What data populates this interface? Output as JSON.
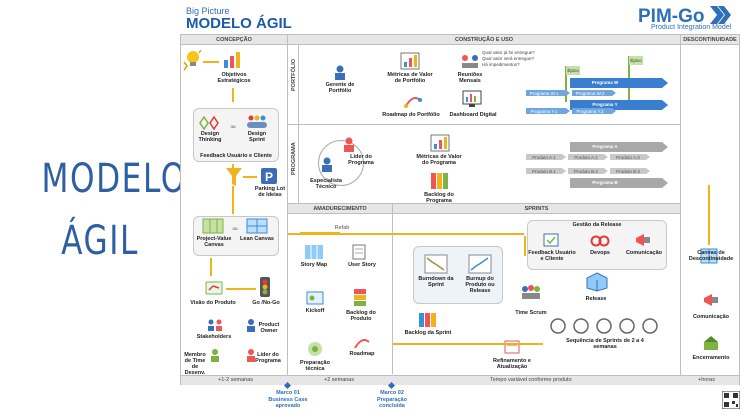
{
  "side_title": {
    "line1": "MODELO",
    "line2": "ÁGIL"
  },
  "header": {
    "big_picture": "Big Picture",
    "title": "MODELO ÁGIL",
    "brand": "PIM-Go",
    "brand_sub": "Product Integration Model"
  },
  "columns": {
    "concepcao": "CONCEPÇÃO",
    "construcao": "CONSTRUÇÃO E USO",
    "descontinuidade": "DESCONTINUIDADE",
    "amadurecimento": "AMADURECIMENTO",
    "sprints": "SPRINTS"
  },
  "rows": {
    "portfolio": "PORTFÓLIO",
    "programa": "PROGRAMA"
  },
  "concepcao": {
    "objetivos": "Objetivos Estratégicos",
    "design_thinking": "Design Thinking",
    "ou": "ou",
    "design_sprint": "Design Sprint",
    "feedback": "Feedback Usuário e Cliente",
    "parking": "Parking Lot de Ideias",
    "pvc": "Project-Value Canvas",
    "lean": "Lean Canvas",
    "visao": "Visão do Produto",
    "gonogo": "Go /No-Go",
    "stakeholders": "Stakeholders",
    "po": "Product Owner",
    "membro": "Membro de Time de Desenv.",
    "lider_prog": "Líder do Programa"
  },
  "portfolio": {
    "gerente": "Gerente de Portfólio",
    "metricas": "Métricas de Valor de Portfólio",
    "reunioes": "Reuniões Mensais",
    "roadmap": "Roadmap do Portfólio",
    "dashboard": "Dashboard Digital",
    "q1": "Qual valor já foi entregue?",
    "q2": "Qual valor será entregue?",
    "q3": "Há impedimentos?",
    "epico1": "Épico",
    "epico2": "Épico",
    "prog_w": "Programa W",
    "prog_y": "Programa Y",
    "w1": "Programa W.1",
    "w2": "Programa W.2",
    "y1": "Programa Y.1",
    "y2": "Programa Y.2"
  },
  "programa": {
    "lider": "Líder do Programa",
    "especialista": "Especialista Técnico",
    "metricas": "Métricas de Valor do Programa",
    "backlog": "Backlog do Programa",
    "prog_a": "Programa A",
    "prog_b": "Programa B",
    "a1": "Produto A.1",
    "a2": "Produto A.2",
    "a3": "Produto A.3",
    "b1": "Produto B.1",
    "b2": "Produto B.2",
    "b3": "Produto B.3"
  },
  "amadurecimento": {
    "story_map": "Story Map",
    "user_story": "User Story",
    "kickoff": "Kickoff",
    "backlog_produto": "Backlog do Produto",
    "preparacao": "Preparação técnica",
    "roadmap": "Roadmap",
    "refab": "Refab"
  },
  "sprints": {
    "gestao": "Gestão da Release",
    "feedback": "Feedback Usuário e Cliente",
    "devops": "Devops",
    "comunicacao": "Comunicação",
    "burndown": "Burndown da Sprint",
    "burnup": "Burnup do Produto ou Release",
    "time_scrum": "Time Scrum",
    "release": "Release",
    "backlog_sprint": "Backlog da Sprint",
    "sequencia": "Sequência de Sprints de 2 a 4 semanas",
    "refinamento": "Refinamento e Atualização"
  },
  "descontinuidade": {
    "canvas": "Canvas de Descontinuidade",
    "comunicacao": "Comunicação",
    "encerramento": "Encerramento"
  },
  "footer": {
    "t1": "+1-2 semanas",
    "t2": "+2 semanas",
    "t3": "Tempo variável conforme produto",
    "t4": "+horas",
    "m1_title": "Marco 01",
    "m1_sub": "Business Case aprovado",
    "m2_title": "Marco 02",
    "m2_sub": "Preparação concluída"
  },
  "colors": {
    "accent": "#2f6fb8",
    "yellow": "#f1b21b",
    "gray": "#9a9a9a",
    "header_bg": "#e6e6e6"
  }
}
